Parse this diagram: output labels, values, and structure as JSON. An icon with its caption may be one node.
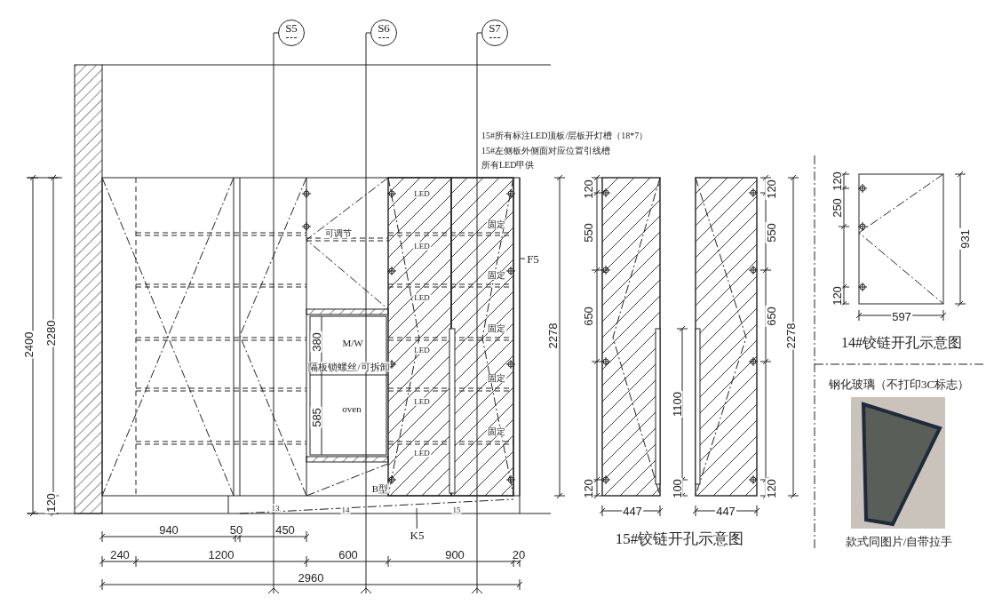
{
  "diagram": {
    "nodes": [
      {
        "text": [
          "S5"
        ]
      },
      {
        "text": [
          "S6"
        ]
      },
      {
        "text": [
          "S7"
        ]
      },
      {
        "text": [
          "F5"
        ]
      },
      {
        "text": [
          "K5"
        ]
      }
    ],
    "edges": [
      {
        "from": 3,
        "to": null,
        "arrow": "none"
      },
      {
        "from": 4,
        "to": null,
        "arrow": "none"
      }
    ],
    "labels": [
      "15#所有标注LED顶板/层板开灯槽（18*7）",
      "15#左侧板外侧面对应位置引线槽",
      "所有LED甲供",
      "LED",
      "固定",
      "可调节",
      "LED",
      "固定",
      "LED",
      "固定",
      "M/W",
      "380",
      "LED",
      "隔板锁螺丝/可拆卸",
      "固定",
      "oven",
      "585",
      "LED",
      "固定",
      "LED",
      "B型",
      "13",
      "14",
      "15",
      "2400",
      "2280",
      "120",
      "940",
      "50",
      "450",
      "240",
      "1200",
      "600",
      "900",
      "20",
      "2960",
      "120",
      "550",
      "650",
      "120",
      "2278",
      "1100",
      "100",
      "447",
      "120",
      "550",
      "650",
      "120",
      "2278",
      "447",
      "15#铰链开孔示意图",
      "120",
      "250",
      "120",
      "931",
      "597",
      "14#铰链开孔示意图",
      "钢化玻璃（不打印3C标志）",
      "款式同图片/自带拉手"
    ]
  }
}
